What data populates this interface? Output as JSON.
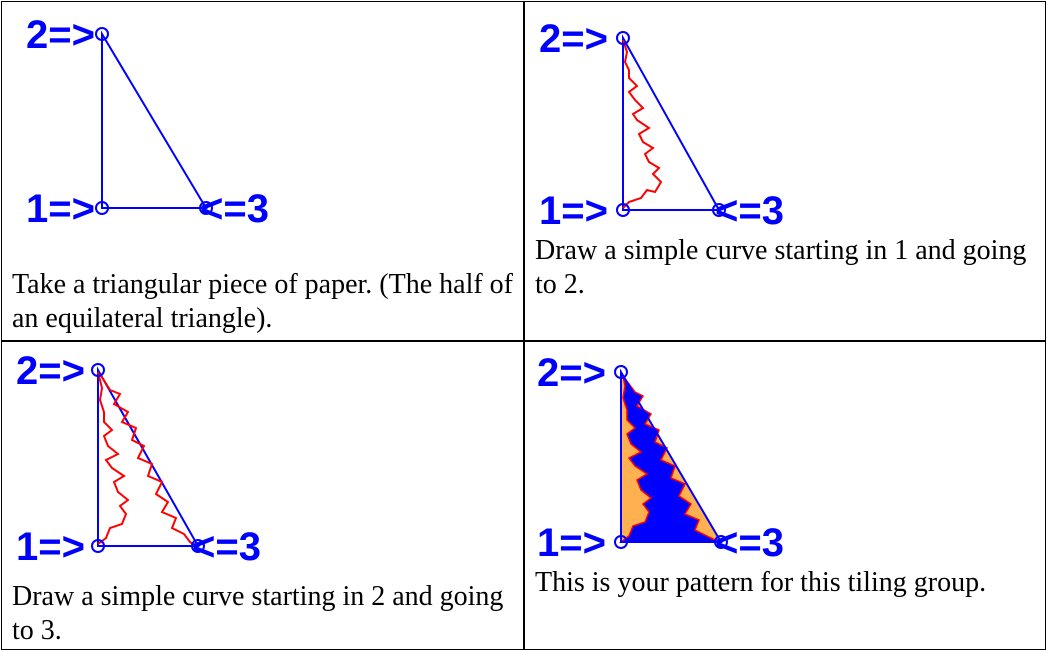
{
  "colors": {
    "triangle_line": "#0000ff",
    "curve": "#ff0000",
    "fill_light": "#ffb050",
    "fill_dark": "#0000ff",
    "border": "#000000"
  },
  "panels": [
    {
      "labels": {
        "v2": "2=>",
        "v1": "1=>",
        "v3": "<=3"
      },
      "caption": "Take a triangular piece of paper. (The half of an equilateral triangle)."
    },
    {
      "labels": {
        "v2": "2=>",
        "v1": "1=>",
        "v3": "<=3"
      },
      "caption": "Draw a simple curve starting in 1 and going to 2."
    },
    {
      "labels": {
        "v2": "2=>",
        "v1": "1=>",
        "v3": "<=3"
      },
      "caption": "Draw a simple curve starting in 2 and going to 3."
    },
    {
      "labels": {
        "v2": "2=>",
        "v1": "1=>",
        "v3": "<=3"
      },
      "caption": "This is your pattern for this tiling group."
    }
  ]
}
